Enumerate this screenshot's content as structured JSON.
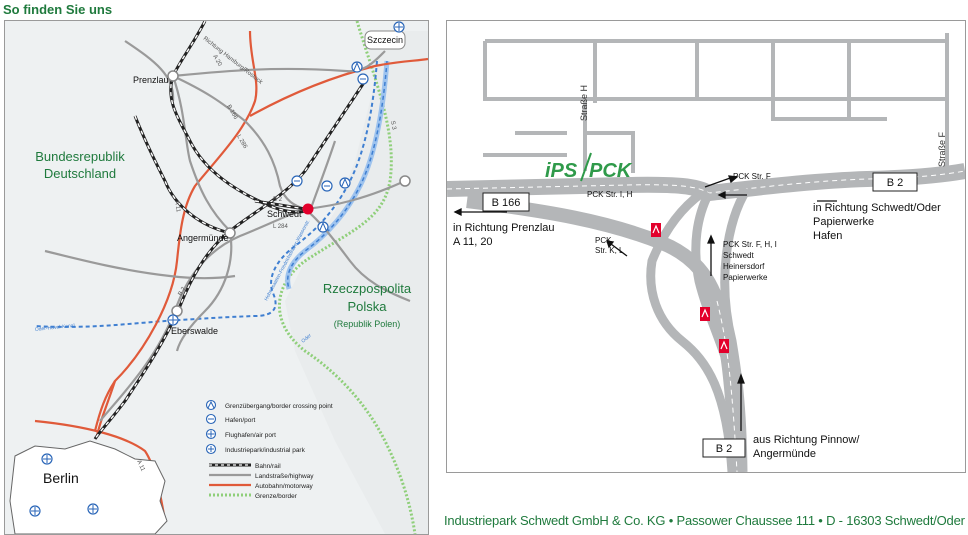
{
  "page": {
    "title": "So finden Sie uns"
  },
  "left_map": {
    "countries": {
      "germany_line1": "Bundesrepublik",
      "germany_line2": "Deutschland",
      "poland_line1": "Rzeczpospolita",
      "poland_line2": "Polska",
      "poland_sub": "(Republik Polen)"
    },
    "cities": {
      "szczecin": "Szczecin",
      "prenzlau": "Prenzlau",
      "schwedt": "Schwedt",
      "angermuende": "Angermünde",
      "eberswalde": "Eberswalde",
      "berlin": "Berlin"
    },
    "roads": {
      "a20": "A 20",
      "a11": "A 11",
      "a11b": "A 11",
      "b2": "B 2",
      "b166": "B 166",
      "l284": "L 284",
      "l286": "L 286",
      "b2b": "B 2",
      "s3": "S 3",
      "hamburg": "Richtung Hamburg/Rostock"
    },
    "waters": {
      "oder_havel": "Oder-Havel-Kanal",
      "oder": "Oder",
      "hohensaaten": "Hohensaaten-Friedrichsthaler-Wasserstr."
    },
    "legend": {
      "border_crossing": "Grenzübergang/border crossing point",
      "port": "Hafen/port",
      "airport": "Flughafen/air port",
      "industrial_park": "Industriepark/industrial park",
      "rail": "Bahn/rail",
      "highway": "Landstraße/highway",
      "motorway": "Autobahn/motorway",
      "border": "Grenze/border"
    },
    "colors": {
      "motorway": "#e05a3a",
      "highway": "#9a9a9a",
      "water": "#3f7fd1",
      "border": "#8fcf7a",
      "marker": "#e3002b"
    }
  },
  "right_map": {
    "logo": {
      "ips": "iPS",
      "pck": "PCK"
    },
    "streets": {
      "strasse_h": "Straße H",
      "strasse_f": "Straße F"
    },
    "signs": {
      "b2_top": "B 2",
      "b166": "B 166",
      "b2_bottom": "B 2"
    },
    "labels": {
      "pck_str_ih": "PCK Str. I, H",
      "pck_str_f": "PCK Str. F",
      "pck_kl_1": "PCK",
      "pck_kl_2": "Str. K, L",
      "pck_fhi_1": "PCK  Str. F, H, I",
      "pck_fhi_2": "Schwedt",
      "pck_fhi_3": "Heinersdorf",
      "pck_fhi_4": "Papierwerke",
      "prenzlau_1": "in Richtung Prenzlau",
      "prenzlau_2": "A 11, 20",
      "schwedt_1": "in Richtung Schwedt/Oder",
      "schwedt_2": "Papierwerke",
      "schwedt_3": "Hafen",
      "pinnow_1": "aus Richtung Pinnow/",
      "pinnow_2": "Angermünde"
    },
    "colors": {
      "road": "#b4b6b8",
      "logo": "#2f9a4a",
      "warning": "#e3002b"
    }
  },
  "footer": {
    "text": "Industriepark Schwedt GmbH & Co. KG • Passower Chaussee 111 • D - 16303 Schwedt/Oder"
  }
}
